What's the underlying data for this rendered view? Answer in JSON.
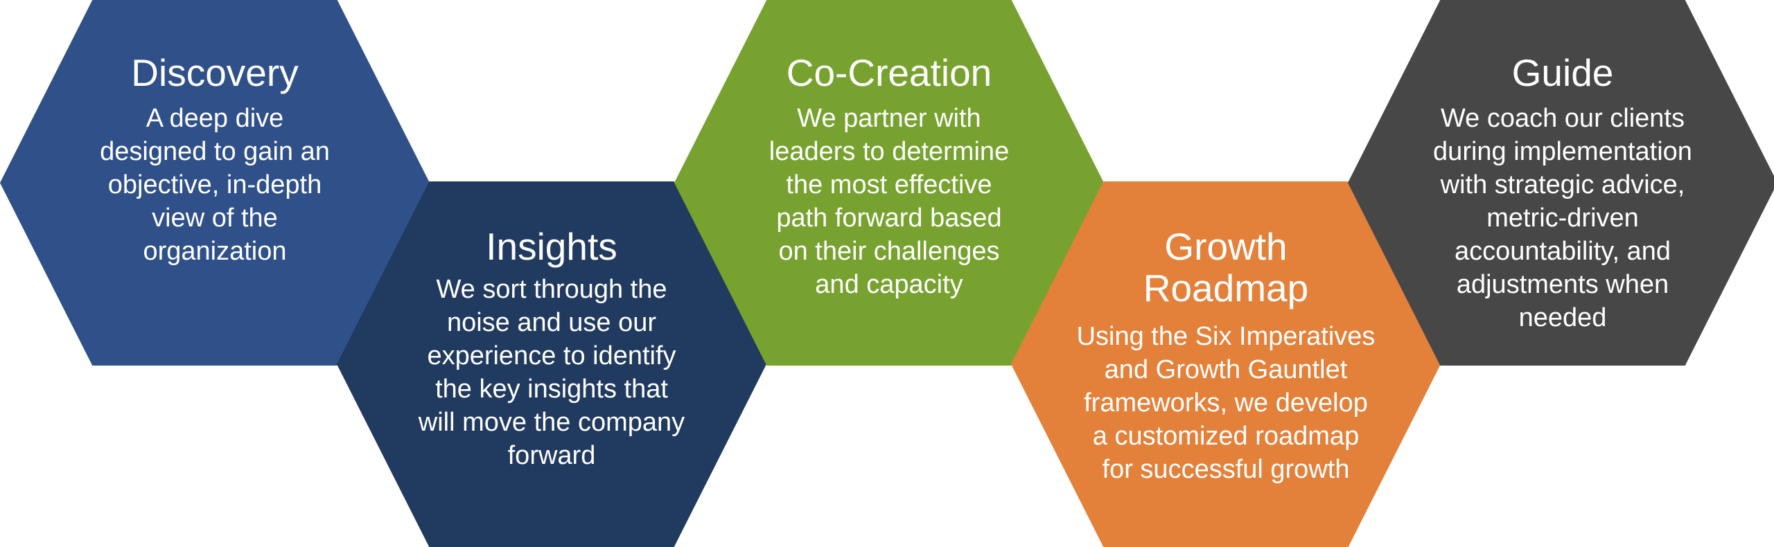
{
  "colors": {
    "discovery": "#2f5089",
    "insights": "#213a60",
    "co_creation": "#77a22f",
    "growth_roadmap": "#e3813a",
    "guide": "#474747",
    "text": "#ffffff",
    "background": "#ffffff"
  },
  "steps": {
    "discovery": {
      "title": "Discovery",
      "body": "A deep dive\ndesigned to gain an\nobjective, in-depth\nview of the\norganization"
    },
    "insights": {
      "title": "Insights",
      "body": "We sort through the\nnoise and use our\nexperience to identify\nthe key insights that\nwill move the company\nforward"
    },
    "co_creation": {
      "title": "Co-Creation",
      "body": "We partner with\nleaders to determine\nthe most effective\npath forward based\non their challenges\nand  capacity"
    },
    "growth_roadmap": {
      "title": "Growth\nRoadmap",
      "body": "Using the Six Imperatives\nand Growth Gauntlet\nframeworks, we develop\na customized roadmap\nfor successful growth"
    },
    "guide": {
      "title": "Guide",
      "body": "We coach our clients\nduring implementation\nwith strategic advice,\nmetric-driven\naccountability, and\nadjustments when\nneeded"
    }
  }
}
